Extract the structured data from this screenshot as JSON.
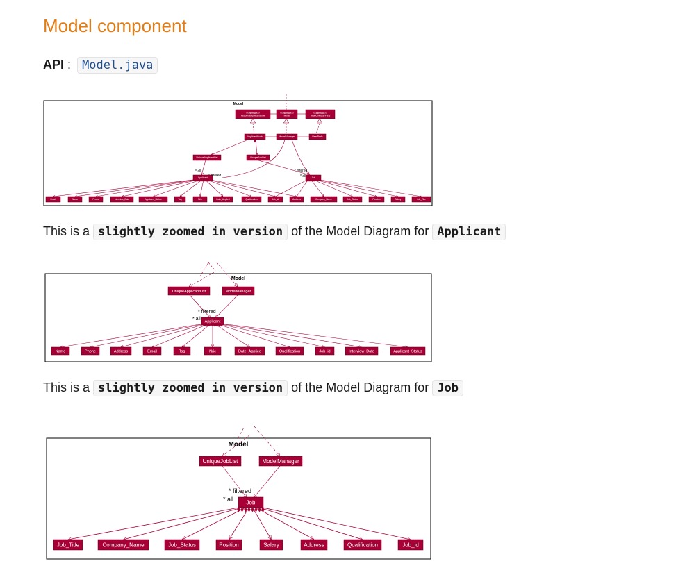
{
  "heading": "Model component",
  "api": {
    "label": "API",
    "sep": ":",
    "link": "Model.java"
  },
  "paragraph1": {
    "prefix": "This is a",
    "code": "slightly zoomed in version",
    "middle": "of the Model Diagram for",
    "target": "Applicant"
  },
  "paragraph2": {
    "prefix": "This is a",
    "code": "slightly zoomed in version",
    "middle": "of the Model Diagram for",
    "target": "Job"
  },
  "diagram1": {
    "package_label": "Model",
    "boxes": {
      "interface_readonly": "<<interface>> ReadOnlyApplicantBook",
      "interface_model": "<<interface>> Model",
      "interface_userprefs": "<<interface>> ReadOnlyUserPrefs",
      "applicant_book": "ApplicantBook",
      "model_manager": "ModelManager",
      "user_prefs": "UserPrefs",
      "unique_applicant_list": "UniqueApplicantList",
      "unique_job_list": "UniqueJobList",
      "applicant": "Applicant",
      "job": "Job"
    },
    "labels": {
      "all": "* all",
      "filtered": "* filtered"
    },
    "attributes": [
      "Email",
      "Name",
      "Phone",
      "Interview_Date",
      "Applicant_Status",
      "Tag",
      "Nric",
      "Date_Applied",
      "Qualification",
      "Job_id",
      "Address",
      "Company_Name",
      "Job_Status",
      "Position",
      "Salary",
      "Job_Title"
    ]
  },
  "diagram2": {
    "package_label": "Model",
    "boxes": {
      "unique_applicant_list": "UniqueApplicantList",
      "model_manager": "ModelManager",
      "applicant": "Applicant"
    },
    "labels": {
      "all": "* all",
      "filtered": "* filtered"
    },
    "attributes": [
      "Name",
      "Phone",
      "Address",
      "Email",
      "Tag",
      "Nric",
      "Date_Applied",
      "Qualification",
      "Job_id",
      "Interview_Date",
      "Applicant_Status"
    ]
  },
  "diagram3": {
    "package_label": "Model",
    "boxes": {
      "unique_job_list": "UniqueJobList",
      "model_manager": "ModelManager",
      "job": "Job"
    },
    "labels": {
      "all": "* all",
      "filtered": "* filtered"
    },
    "attributes": [
      "Job_Title",
      "Company_Name",
      "Job_Status",
      "Position",
      "Salary",
      "Address",
      "Qualification",
      "Job_id"
    ]
  },
  "colors": {
    "heading": "#e17d16",
    "box_fill": "#a80036",
    "box_text": "#ffffff",
    "arrow": "#a80036",
    "frame": "#000000"
  }
}
